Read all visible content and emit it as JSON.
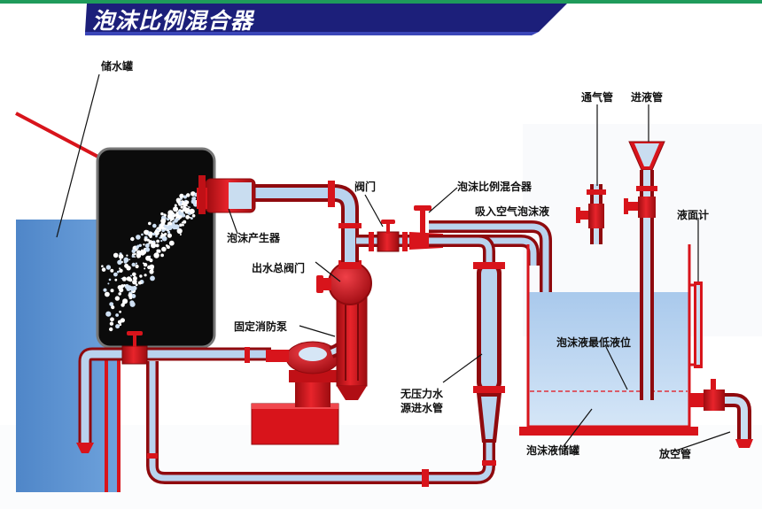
{
  "title": "泡沫比例混合器",
  "labels": {
    "water_tank": "储水罐",
    "foam_generator": "泡沫产生器",
    "main_outlet_valve": "出水总阀门",
    "fixed_fire_pump": "固定消防泵",
    "valve": "阀门",
    "proportioner": "泡沫比例混合器",
    "suction_foam": "吸入空气泡沫液",
    "vent_pipe": "通气管",
    "inlet_pipe": "进液管",
    "level_gauge": "液面计",
    "min_level": "泡沫液最低液位",
    "no_pressure_line1": "无压力水",
    "no_pressure_line2": "源进水管",
    "foam_storage_tank": "泡沫液储罐",
    "drain_pipe": "放空管"
  },
  "colors": {
    "title_bg": "#1c1f7a",
    "title_accent": "#3b46b8",
    "pipe_red": "#d8141b",
    "pipe_dark": "#8f0a0e",
    "pipe_fill": "#b9d3ee",
    "water_blue": "#5e94d4",
    "foam_liquid": "#bcd6f2",
    "black_panel": "#0b0b0b",
    "min_level_line": "#e0303a"
  }
}
